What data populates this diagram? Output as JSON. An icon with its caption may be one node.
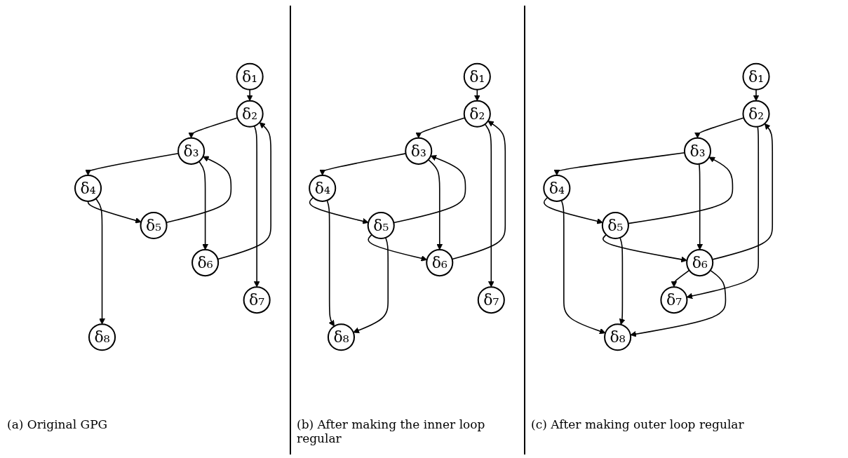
{
  "diagram": {
    "nodes": [
      {
        "text": [
          "δ₁"
        ]
      },
      {
        "text": [
          "δ₂"
        ]
      },
      {
        "text": [
          "δ₃"
        ]
      },
      {
        "text": [
          "δ₄"
        ]
      },
      {
        "text": [
          "δ₅"
        ]
      },
      {
        "text": [
          "δ₆"
        ]
      },
      {
        "text": [
          "δ₇"
        ]
      },
      {
        "text": [
          "δ₈"
        ]
      },
      {
        "text": [
          "δ₁"
        ]
      },
      {
        "text": [
          "δ₂"
        ]
      },
      {
        "text": [
          "δ₃"
        ]
      },
      {
        "text": [
          "δ₄"
        ]
      },
      {
        "text": [
          "δ₅"
        ]
      },
      {
        "text": [
          "δ₆"
        ]
      },
      {
        "text": [
          "δ₇"
        ]
      },
      {
        "text": [
          "δ₈"
        ]
      },
      {
        "text": [
          "δ₁"
        ]
      },
      {
        "text": [
          "δ₂"
        ]
      },
      {
        "text": [
          "δ₃"
        ]
      },
      {
        "text": [
          "δ₄"
        ]
      },
      {
        "text": [
          "δ₅"
        ]
      },
      {
        "text": [
          "δ₆"
        ]
      },
      {
        "text": [
          "δ₇"
        ]
      },
      {
        "text": [
          "δ₈"
        ]
      }
    ],
    "edges": [
      {
        "from": 0,
        "to": 1,
        "arrow": "to"
      },
      {
        "from": 1,
        "to": 2,
        "arrow": "to"
      },
      {
        "from": 2,
        "to": 3,
        "arrow": "to"
      },
      {
        "from": 3,
        "to": 4,
        "arrow": "to"
      },
      {
        "from": 1,
        "to": 6,
        "arrow": "to"
      },
      {
        "from": 2,
        "to": 5,
        "arrow": "to"
      },
      {
        "from": 4,
        "to": 2,
        "arrow": "to"
      },
      {
        "from": 5,
        "to": 1,
        "arrow": "to"
      },
      {
        "from": 3,
        "to": 7,
        "arrow": "to"
      },
      {
        "from": 8,
        "to": 9,
        "arrow": "to"
      },
      {
        "from": 9,
        "to": 10,
        "arrow": "to"
      },
      {
        "from": 10,
        "to": 11,
        "arrow": "to"
      },
      {
        "from": 11,
        "to": 12,
        "arrow": "to"
      },
      {
        "from": 12,
        "to": 13,
        "arrow": "to"
      },
      {
        "from": 9,
        "to": 14,
        "arrow": "to"
      },
      {
        "from": 10,
        "to": 13,
        "arrow": "to"
      },
      {
        "from": 12,
        "to": 10,
        "arrow": "to"
      },
      {
        "from": 13,
        "to": 9,
        "arrow": "to"
      },
      {
        "from": 11,
        "to": 15,
        "arrow": "to"
      },
      {
        "from": 12,
        "to": 15,
        "arrow": "to"
      },
      {
        "from": 16,
        "to": 17,
        "arrow": "to"
      },
      {
        "from": 17,
        "to": 18,
        "arrow": "to"
      },
      {
        "from": 18,
        "to": 19,
        "arrow": "to"
      },
      {
        "from": 19,
        "to": 20,
        "arrow": "to"
      },
      {
        "from": 20,
        "to": 21,
        "arrow": "to"
      },
      {
        "from": 21,
        "to": 22,
        "arrow": "to"
      },
      {
        "from": 17,
        "to": 22,
        "arrow": "to"
      },
      {
        "from": 18,
        "to": 21,
        "arrow": "to"
      },
      {
        "from": 20,
        "to": 18,
        "arrow": "to"
      },
      {
        "from": 21,
        "to": 17,
        "arrow": "to"
      },
      {
        "from": 19,
        "to": 23,
        "arrow": "to"
      },
      {
        "from": 20,
        "to": 23,
        "arrow": "to"
      },
      {
        "from": 21,
        "to": 23,
        "arrow": "to"
      }
    ],
    "labels": [
      "(a) Original GPG",
      "(b) After making the inner loop regular",
      "(c) After making outer loop regular"
    ]
  }
}
